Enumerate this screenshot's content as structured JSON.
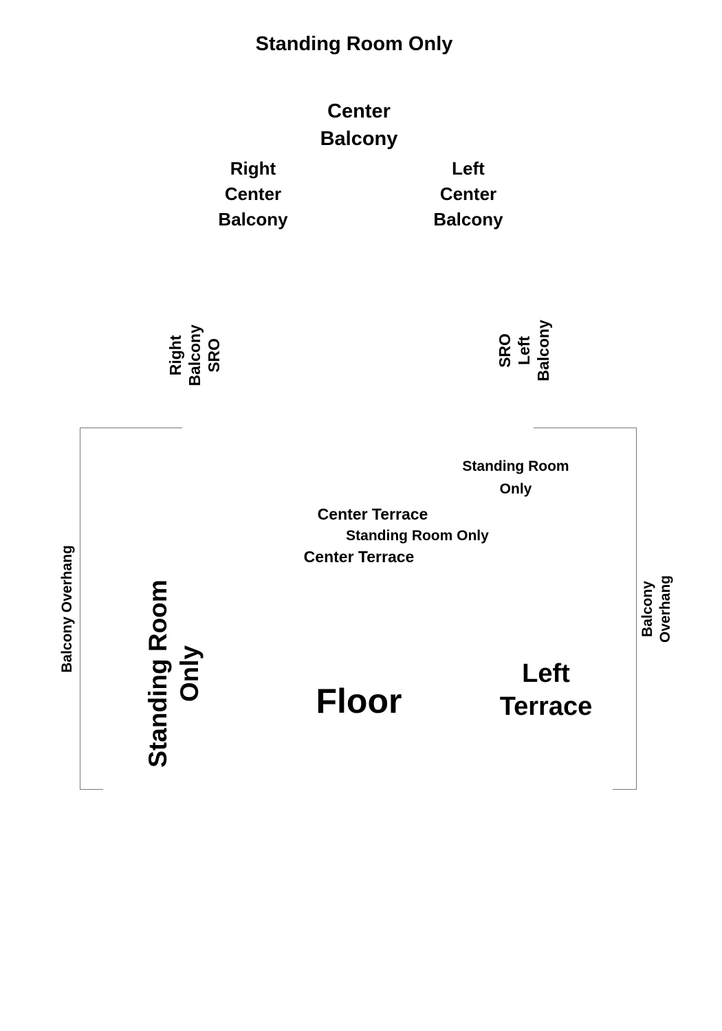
{
  "colors": {
    "background": "#ffffff",
    "text": "#000000",
    "outline": "#777777"
  },
  "sections": {
    "top_sro": "Standing Room Only",
    "center_balcony": "Center\nBalcony",
    "right_center_balcony": "Right\nCenter\nBalcony",
    "left_center_balcony": "Left\nCenter\nBalcony",
    "right_balcony_sro": "Right\nBalcony\nSRO",
    "left_balcony_sro": "SRO\nLeft\nBalcony",
    "balcony_overhang_left": "Balcony Overhang",
    "balcony_overhang_right": "Balcony Overhang",
    "standing_room_right": "Standing Room\nOnly",
    "center_terrace_upper": "Center Terrace",
    "center_sro": "Standing Room Only",
    "center_terrace_lower": "Center Terrace",
    "standing_room_left_big": "Standing Room\nOnly",
    "floor": "Floor",
    "left_terrace": "Left\nTerrace"
  }
}
